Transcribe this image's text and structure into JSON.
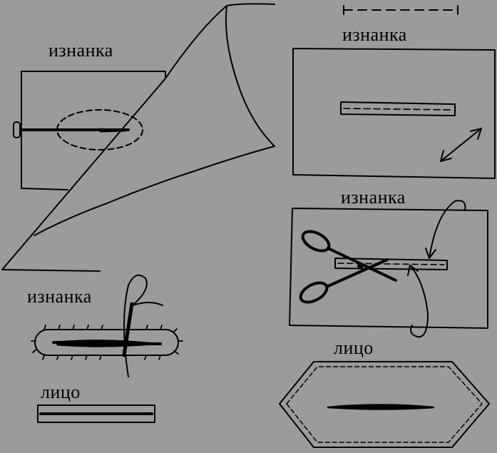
{
  "labels": {
    "fig1_wrong_side": "изнанка",
    "fig2_wrong_side": "изнанка",
    "fig3_wrong_side": "изнанка",
    "fig4_wrong_side": "изнанка",
    "fig4_right_side": "лицо",
    "fig5_right_side": "лицо"
  },
  "colors": {
    "background": "#9b9b9b",
    "ink": "#000000"
  }
}
